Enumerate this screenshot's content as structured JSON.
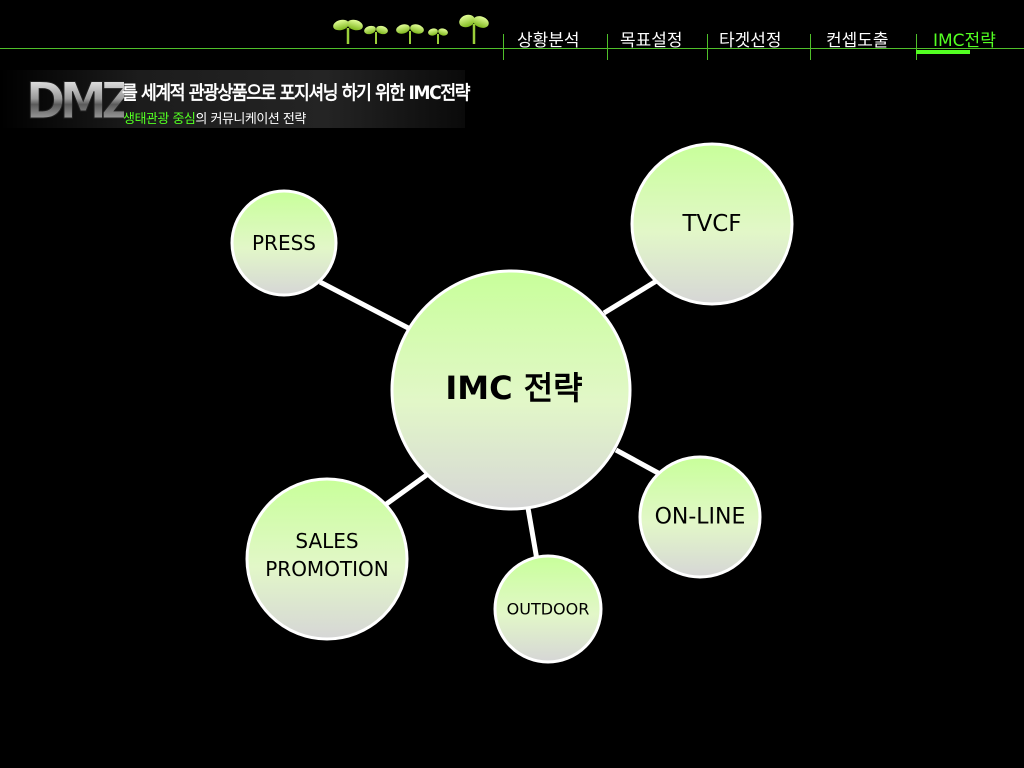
{
  "nav": {
    "items": [
      {
        "label": "상황분석",
        "active": false
      },
      {
        "label": "목표설정",
        "active": false
      },
      {
        "label": "타겟선정",
        "active": false
      },
      {
        "label": "컨셉도출",
        "active": false
      },
      {
        "label": "IMC전략",
        "active": true
      }
    ]
  },
  "title": {
    "logo_text": "DMZ",
    "main": "를 세계적 관광상품으로 포지셔닝 하기 위한 IMC전략",
    "sub_highlight": "생태관광 중심",
    "sub_rest": "의 커뮤니케이션 전략"
  },
  "diagram": {
    "center": "IMC 전략",
    "nodes": {
      "press": "PRESS",
      "tvcf": "TVCF",
      "online": "ON-LINE",
      "outdoor": "OUTDOOR",
      "sales_line1": "SALES",
      "sales_line2": "PROMOTION"
    }
  },
  "colors": {
    "accent": "#53ff22",
    "nav_line": "#4fbf2a",
    "node_top": "#c8ff9a",
    "node_bottom": "#d9d9d9",
    "node_border": "#ffffff"
  }
}
